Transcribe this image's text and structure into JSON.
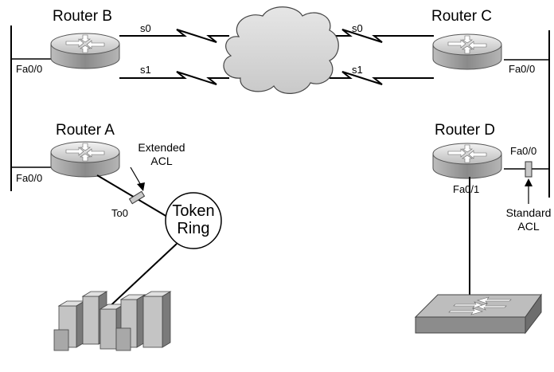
{
  "routers": {
    "a": {
      "name": "Router A",
      "ports": {
        "fa0_0": "Fa0/0",
        "to0": "To0"
      }
    },
    "b": {
      "name": "Router B",
      "ports": {
        "fa0_0": "Fa0/0",
        "s0": "s0",
        "s1": "s1"
      }
    },
    "c": {
      "name": "Router C",
      "ports": {
        "fa0_0": "Fa0/0",
        "s0": "s0",
        "s1": "s1"
      }
    },
    "d": {
      "name": "Router D",
      "ports": {
        "fa0_0": "Fa0/0",
        "fa0_1": "Fa0/1"
      }
    }
  },
  "acls": {
    "extended": {
      "line1": "Extended",
      "line2": "ACL"
    },
    "standard": {
      "line1": "Standard",
      "line2": "ACL"
    }
  },
  "token_ring": {
    "line1": "Token",
    "line2": "Ring"
  },
  "colors": {
    "router_top": "#d9d9d9",
    "router_side": "#9a9a9a",
    "acl_box": "#c8c8c8",
    "cloud": "#d9d9d9",
    "switch_top": "#bdbdbd",
    "switch_side": "#8c8c8c",
    "server": "#b0b0b0"
  }
}
